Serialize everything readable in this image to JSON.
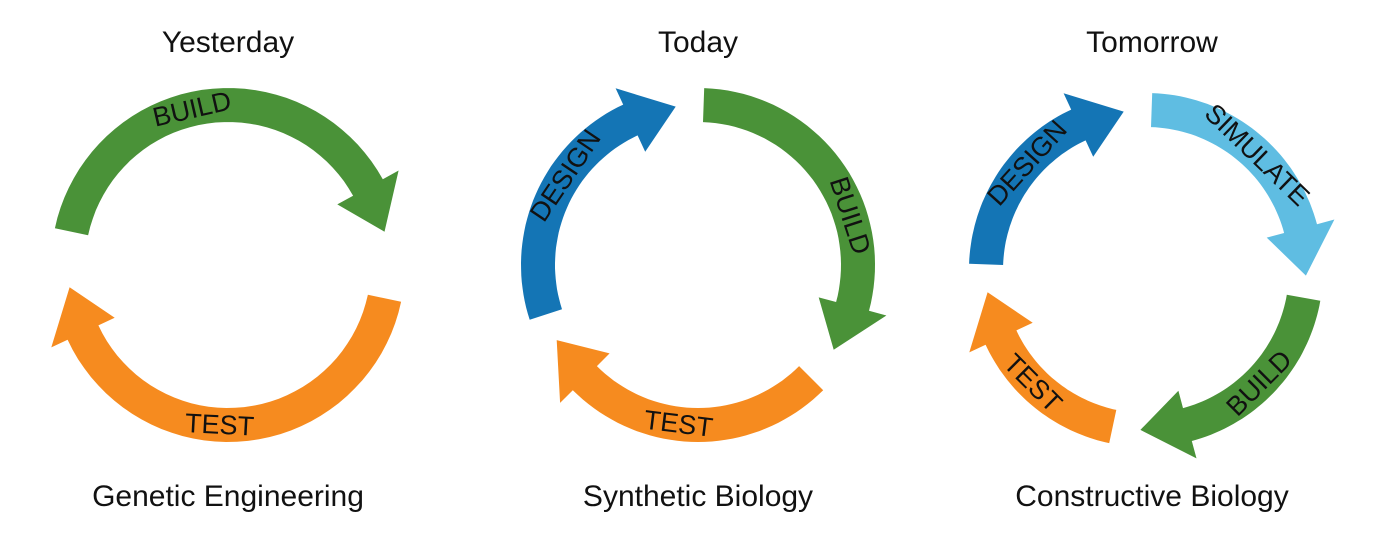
{
  "colors": {
    "build": "#4a9238",
    "test": "#f68b1f",
    "design": "#1475b5",
    "simulate": "#5fbde2",
    "text": "#111111"
  },
  "panels": [
    {
      "heading": "Yesterday",
      "caption": "Genetic Engineering",
      "stages": [
        {
          "label": "BUILD",
          "color_key": "build"
        },
        {
          "label": "TEST",
          "color_key": "test"
        }
      ]
    },
    {
      "heading": "Today",
      "caption": "Synthetic Biology",
      "stages": [
        {
          "label": "DESIGN",
          "color_key": "design"
        },
        {
          "label": "BUILD",
          "color_key": "build"
        },
        {
          "label": "TEST",
          "color_key": "test"
        }
      ]
    },
    {
      "heading": "Tomorrow",
      "caption": "Constructive Biology",
      "stages": [
        {
          "label": "DESIGN",
          "color_key": "design"
        },
        {
          "label": "SIMULATE",
          "color_key": "simulate"
        },
        {
          "label": "BUILD",
          "color_key": "build"
        },
        {
          "label": "TEST",
          "color_key": "test"
        }
      ]
    }
  ]
}
